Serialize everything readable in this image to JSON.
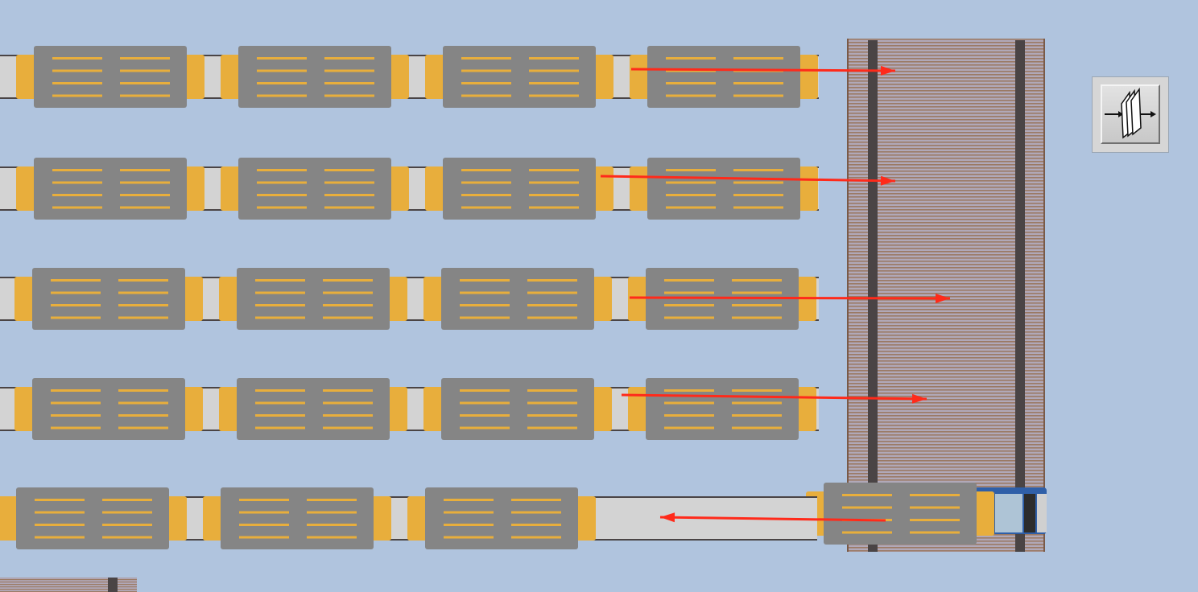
{
  "scene": {
    "background_color": "#b0c4de",
    "pallet_color": "#858585",
    "slat_color": "#e8ae3c",
    "conveyor_bed_color": "#d3d3d3",
    "transfer_rail_color": "#4a4445",
    "transfer_slat_color": "#9b7a65",
    "arrow_color": "#ff2a1a",
    "shuttle_color": "#2f5fa8",
    "storage_lanes": [
      {
        "lane": 1,
        "pallets": 4,
        "flow": "right"
      },
      {
        "lane": 2,
        "pallets": 4,
        "flow": "right"
      },
      {
        "lane": 3,
        "pallets": 4,
        "flow": "right"
      },
      {
        "lane": 4,
        "pallets": 4,
        "flow": "right"
      },
      {
        "lane": 5,
        "pallets": 3,
        "flow": "left"
      }
    ],
    "transfer_car": {
      "pallets_on_car": 1
    },
    "tool_button": {
      "icon": "batch-transfer-icon"
    }
  }
}
